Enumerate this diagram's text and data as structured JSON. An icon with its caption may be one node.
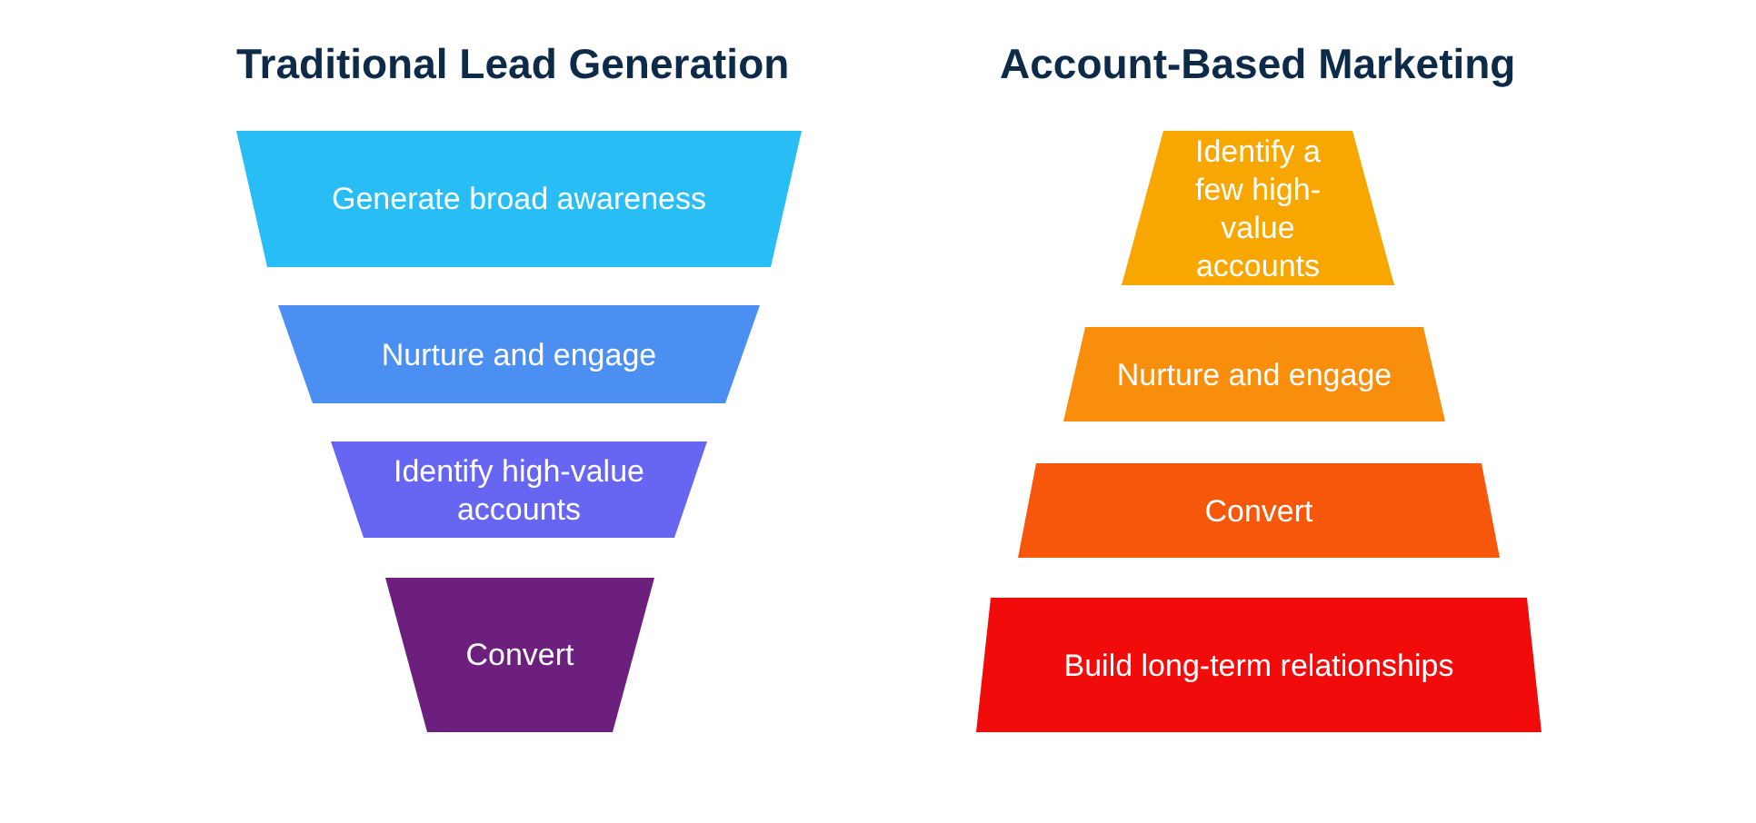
{
  "diagram": {
    "nodes": [
      {
        "text": [
          "Generate broad awareness"
        ]
      },
      {
        "text": [
          "Nurture and engage"
        ]
      },
      {
        "text": [
          "Identify high-value accounts"
        ]
      },
      {
        "text": [
          "Convert"
        ]
      },
      {
        "text": [
          "Identify a few high-value accounts"
        ]
      },
      {
        "text": [
          "Nurture and engage"
        ]
      },
      {
        "text": [
          "Convert"
        ]
      },
      {
        "text": [
          "Build long-term relationships"
        ]
      }
    ],
    "labels": [
      "Traditional Lead Generation",
      "Account-Based Marketing"
    ]
  }
}
